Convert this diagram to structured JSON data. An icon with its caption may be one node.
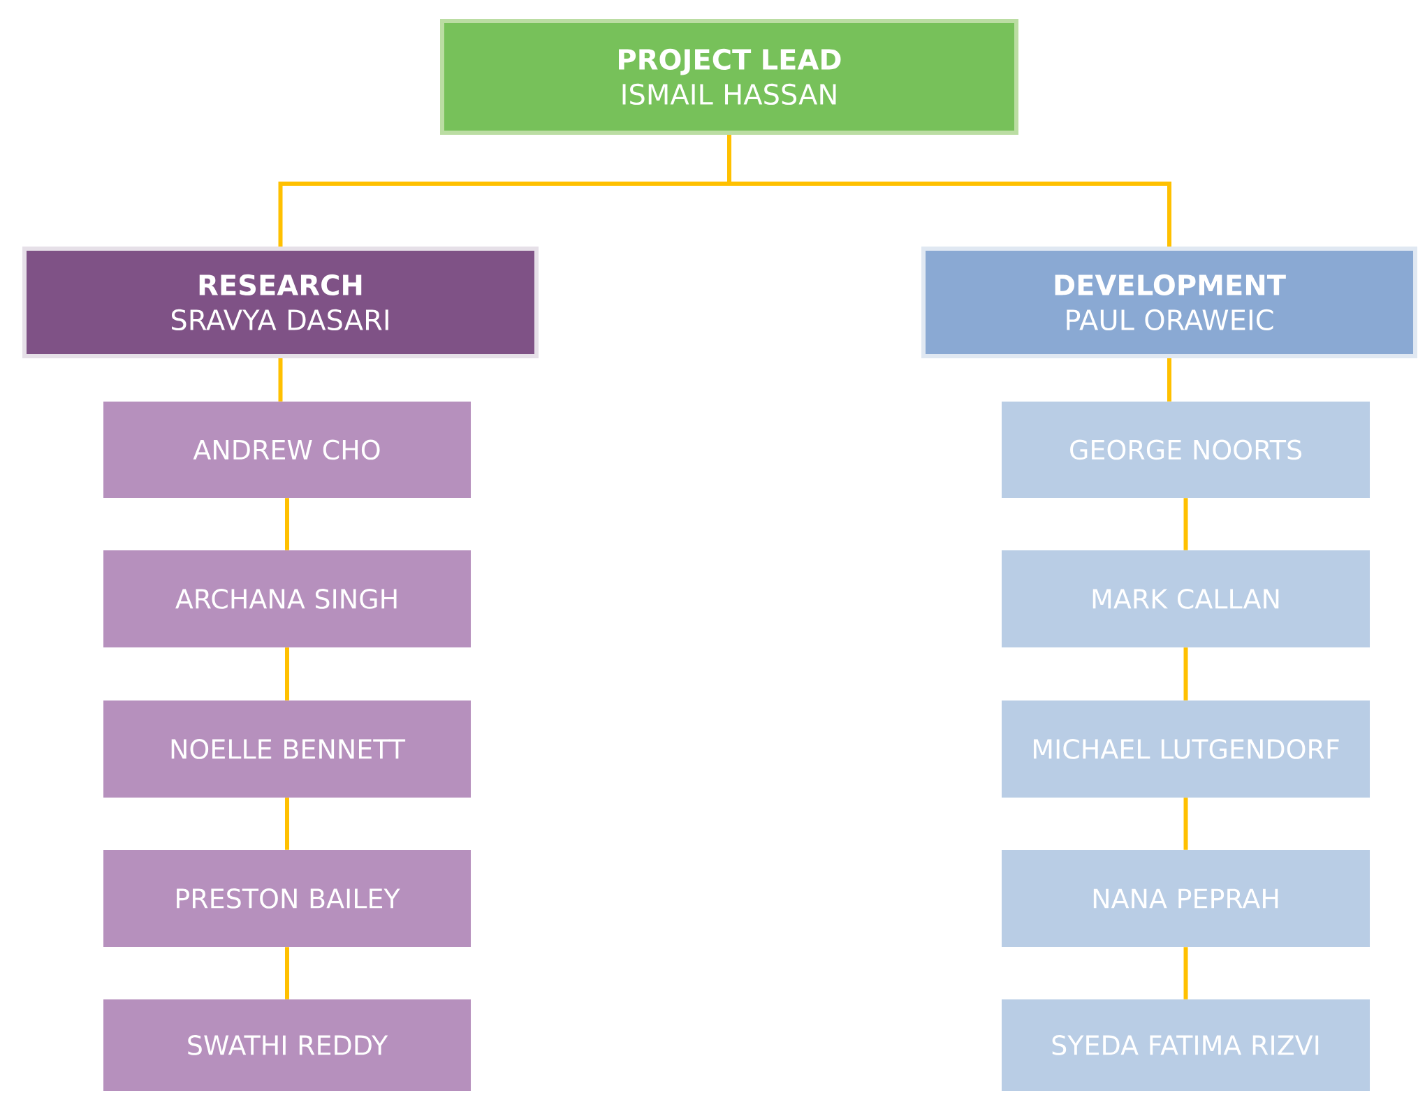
{
  "diagram": {
    "nodes": [
      {
        "text": [
          "PROJECT LEAD",
          "ISMAIL HASSAN"
        ]
      },
      {
        "text": [
          "RESEARCH",
          "SRAVYA DASARI"
        ]
      },
      {
        "text": [
          "DEVELOPMENT",
          "PAUL ORAWEIC"
        ]
      },
      {
        "text": [
          "ANDREW CHO"
        ]
      },
      {
        "text": [
          "GEORGE NOORTS"
        ]
      },
      {
        "text": [
          "ARCHANA SINGH"
        ]
      },
      {
        "text": [
          "MARK CALLAN"
        ]
      },
      {
        "text": [
          "NOELLE BENNETT"
        ]
      },
      {
        "text": [
          "MICHAEL LUTGENDORF"
        ]
      },
      {
        "text": [
          "PRESTON BAILEY"
        ]
      },
      {
        "text": [
          "NANA PEPRAH"
        ]
      },
      {
        "text": [
          "SWATHI REDDY"
        ]
      },
      {
        "text": [
          "SYEDA FATIMA RIZVI"
        ]
      }
    ],
    "edges": [
      {
        "from": 0,
        "to": 1,
        "arrow": "none"
      },
      {
        "from": 0,
        "to": 2,
        "arrow": "none"
      },
      {
        "from": 1,
        "to": 3,
        "arrow": "none"
      },
      {
        "from": 3,
        "to": 5,
        "arrow": "none"
      },
      {
        "from": 5,
        "to": 7,
        "arrow": "none"
      },
      {
        "from": 7,
        "to": 9,
        "arrow": "none"
      },
      {
        "from": 9,
        "to": 11,
        "arrow": "none"
      },
      {
        "from": 2,
        "to": 4,
        "arrow": "none"
      },
      {
        "from": 4,
        "to": 6,
        "arrow": "none"
      },
      {
        "from": 6,
        "to": 8,
        "arrow": "none"
      },
      {
        "from": 8,
        "to": 10,
        "arrow": "none"
      },
      {
        "from": 10,
        "to": 12,
        "arrow": "none"
      }
    ]
  }
}
